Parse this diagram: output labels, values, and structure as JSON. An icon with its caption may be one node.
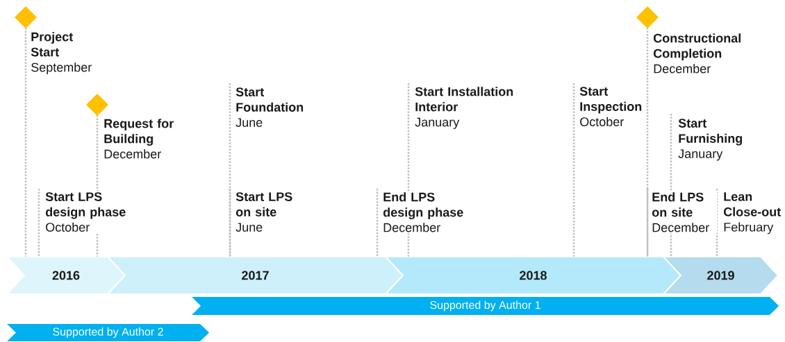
{
  "diagram": {
    "nodes": [
      {
        "text": [
          "Project Start",
          "September"
        ]
      },
      {
        "text": [
          "Request for Building",
          "December"
        ]
      },
      {
        "text": [
          "Start LPS design phase",
          "October"
        ]
      },
      {
        "text": [
          "Start Foundation",
          "June"
        ]
      },
      {
        "text": [
          "Start LPS on site",
          "June"
        ]
      },
      {
        "text": [
          "End LPS design phase",
          "December"
        ]
      },
      {
        "text": [
          "Start Installation Interior",
          "January"
        ]
      },
      {
        "text": [
          "Start Inspection",
          "October"
        ]
      },
      {
        "text": [
          "Constructional Completion",
          "December"
        ]
      },
      {
        "text": [
          "Start Furnishing",
          "January"
        ]
      },
      {
        "text": [
          "End LPS on site",
          "December"
        ]
      },
      {
        "text": [
          "Lean Close-out",
          "February"
        ]
      },
      {
        "text": [
          "2016"
        ]
      },
      {
        "text": [
          "2017"
        ]
      },
      {
        "text": [
          "2018"
        ]
      },
      {
        "text": [
          "2019"
        ]
      },
      {
        "text": [
          "Supported by Author 1"
        ]
      },
      {
        "text": [
          "Supported by Author 2"
        ]
      }
    ],
    "edges": [
      {
        "from": 0,
        "to": 12,
        "arrow": "none"
      },
      {
        "from": 1,
        "to": 12,
        "arrow": "none"
      },
      {
        "from": 2,
        "to": 12,
        "arrow": "none"
      },
      {
        "from": 3,
        "to": 13,
        "arrow": "none"
      },
      {
        "from": 4,
        "to": 13,
        "arrow": "none"
      },
      {
        "from": 5,
        "to": 13,
        "arrow": "none"
      },
      {
        "from": 6,
        "to": 14,
        "arrow": "none"
      },
      {
        "from": 7,
        "to": 14,
        "arrow": "none"
      },
      {
        "from": 8,
        "to": 14,
        "arrow": "none"
      },
      {
        "from": 9,
        "to": 15,
        "arrow": "none"
      },
      {
        "from": 10,
        "to": 14,
        "arrow": "none"
      },
      {
        "from": 11,
        "to": 15,
        "arrow": "none"
      }
    ]
  }
}
